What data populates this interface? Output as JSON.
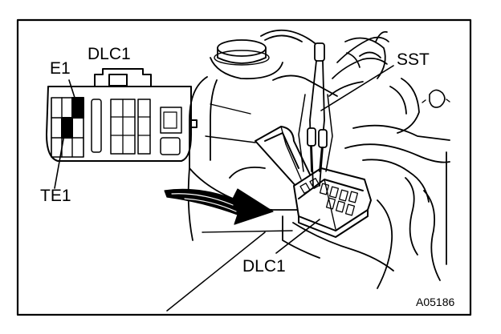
{
  "labels": {
    "e1": "E1",
    "dlc1_top": "DLC1",
    "te1": "TE1",
    "sst": "SST",
    "dlc1_bottom": "DLC1"
  },
  "figure_code": "A05186",
  "colors": {
    "ink": "#000000",
    "paper": "#ffffff"
  }
}
